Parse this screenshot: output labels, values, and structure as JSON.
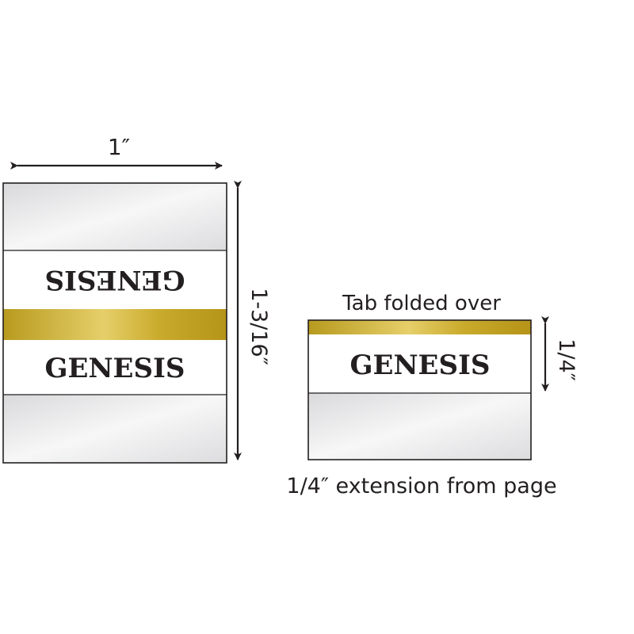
{
  "left_tab": {
    "width_label": "1″",
    "height_label": "1-3/16″",
    "top_label": "GENESIS",
    "bottom_label": "GENESIS"
  },
  "right_tab": {
    "fold_caption": "Tab folded over",
    "height_label": "1/4″",
    "label": "GENESIS",
    "extension_caption": "1/4″ extension from page"
  },
  "colors": {
    "gold": "#c8a82a",
    "outline": "#231f20",
    "clear_film": "#e9e9ea"
  }
}
